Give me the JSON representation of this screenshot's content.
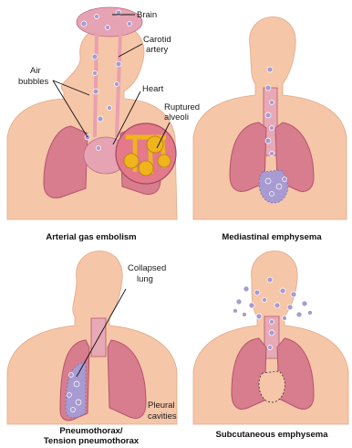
{
  "panels": [
    {
      "caption": "Arterial gas embolism",
      "labels": {
        "brain": "Brain",
        "carotid_artery": [
          "Carotid",
          "artery"
        ],
        "air_bubbles": [
          "Air",
          "bubbles"
        ],
        "heart": "Heart",
        "ruptured_alveoli": [
          "Ruptured",
          "alveoli"
        ]
      }
    },
    {
      "caption": "Mediastinal emphysema"
    },
    {
      "caption": [
        "Pneumothorax/",
        "Tension pneumothorax"
      ],
      "labels": {
        "collapsed_lung": [
          "Collapsed",
          "lung"
        ],
        "pleural_cavities": [
          "Pleural",
          "cavities"
        ]
      }
    },
    {
      "caption": "Subcutaneous emphysema"
    }
  ],
  "colors": {
    "skin": "#f6c6a8",
    "lung": "#d77d8e",
    "airway": "#e8a9b6",
    "bubble": "#a79bd1",
    "alveoli": "#f0b41c"
  }
}
